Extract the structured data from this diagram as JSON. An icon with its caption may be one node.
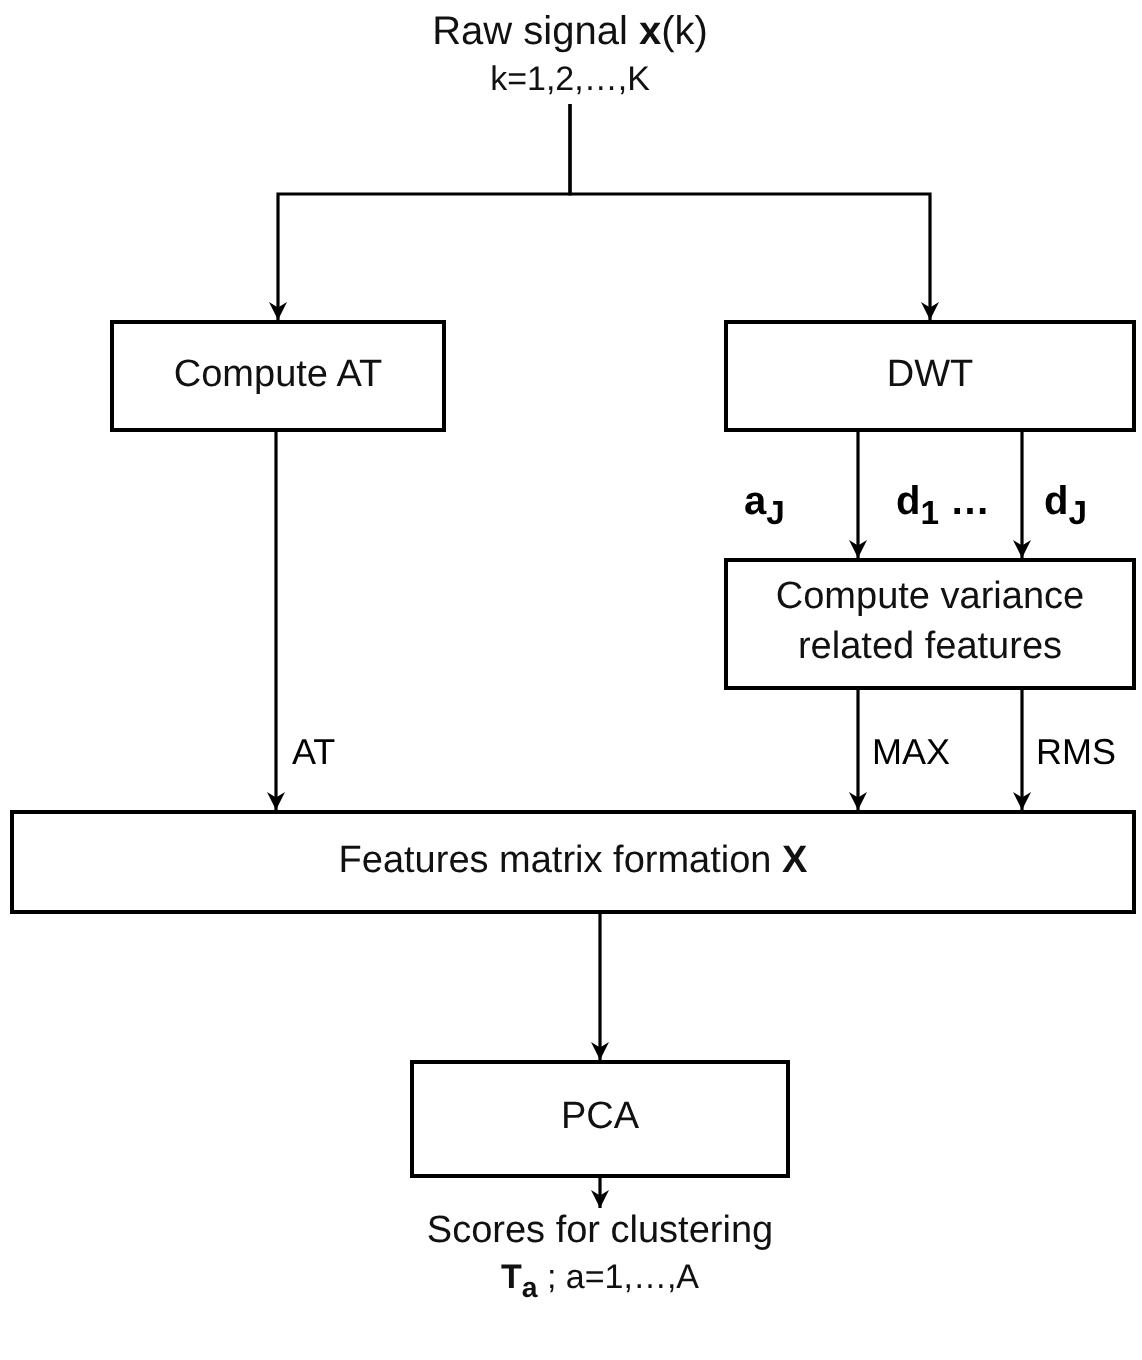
{
  "diagram": {
    "nodes": [
      {
        "text": [
          "Raw signal **x**(k)",
          "k=1,2,…,K"
        ]
      },
      {
        "text": [
          "Compute AT"
        ]
      },
      {
        "text": [
          "DWT"
        ]
      },
      {
        "text": [
          "Compute variance related features"
        ]
      },
      {
        "text": [
          "Features matrix formation **X**"
        ]
      },
      {
        "text": [
          "PCA"
        ]
      },
      {
        "text": [
          "Scores for clustering",
          "**T**$_{a}$ ; a=1,…,A"
        ]
      }
    ],
    "edges": [
      {
        "from": 0,
        "to": 1,
        "arrow": "to"
      },
      {
        "from": 0,
        "to": 2,
        "arrow": "to"
      },
      {
        "from": 2,
        "to": 3,
        "arrow": "to"
      },
      {
        "from": 2,
        "to": 3,
        "arrow": "to"
      },
      {
        "from": 1,
        "to": 4,
        "arrow": "to",
        "label": "AT"
      },
      {
        "from": 3,
        "to": 4,
        "arrow": "to",
        "label": "MAX"
      },
      {
        "from": 3,
        "to": 4,
        "arrow": "to",
        "label": "RMS"
      },
      {
        "from": 4,
        "to": 5,
        "arrow": "to"
      },
      {
        "from": 5,
        "to": 6,
        "arrow": "to"
      }
    ],
    "labels": [
      "**a**$_{J}$",
      "**d**$_{1}$ …",
      "**d**$_{J}$"
    ]
  }
}
